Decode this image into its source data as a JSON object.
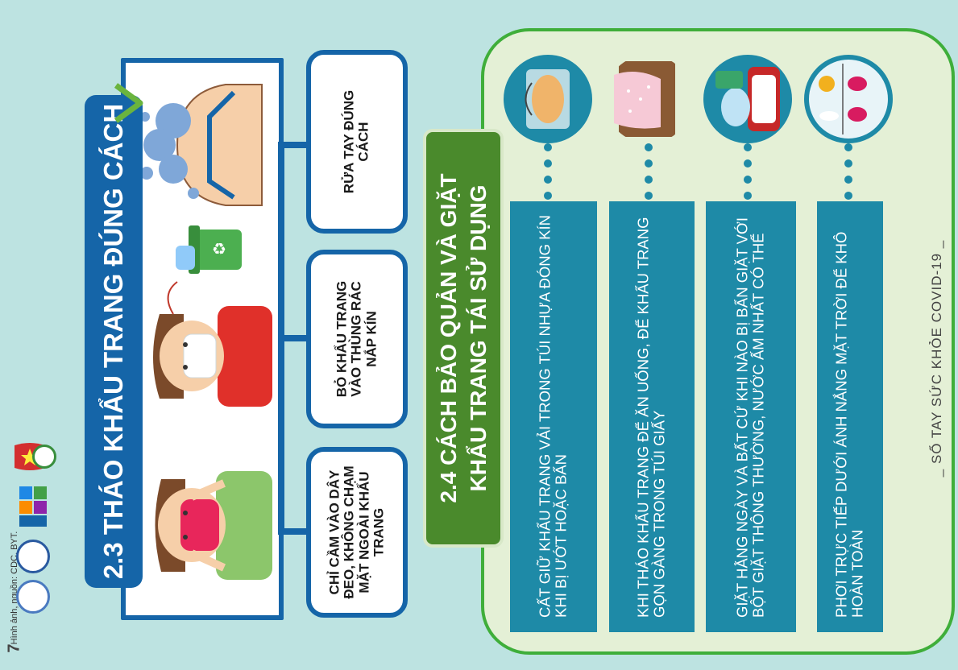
{
  "section_23": {
    "title": "2.3 THÁO KHẨU TRANG ĐÚNG CÁCH",
    "steps": [
      {
        "caption": "CHỈ CẦM VÀO DÂY ĐEO, KHÔNG CHẠM MẶT NGOÀI KHẨU TRANG"
      },
      {
        "caption": "BỎ KHẨU TRANG VÀO THÙNG RÁC NẮP KÍN"
      },
      {
        "caption": "RỬA TAY ĐÚNG CÁCH"
      }
    ]
  },
  "section_24": {
    "title_line1": "2.4 CÁCH BẢO QUẢN VÀ GIẶT",
    "title_line2": "KHẨU TRANG TÁI SỬ DỤNG",
    "tips": [
      {
        "text": "CẤT GIỮ KHẨU TRANG VẢI TRONG TÚI NHỰA ĐÓNG KÍN KHI BỊ ƯỚT HOẶC BẨN",
        "icon": "bagged-mask-icon"
      },
      {
        "text": "KHI THÁO KHẨU TRANG ĐỂ ĂN UỐNG, ĐỂ KHẨU TRANG GỌN GÀNG TRONG TÚI GIẤY",
        "icon": "paper-bag-mask-icon"
      },
      {
        "text": "GIẶT HẰNG NGÀY VÀ BẤT CỨ KHI NÀO BỊ BẨN GIẶT VỚI BỘT GIẶT THÔNG THƯỜNG, NƯỚC ẤM NHẤT CÓ THỂ",
        "icon": "washing-mask-icon"
      },
      {
        "text": "PHƠI TRỰC TIẾP DƯỚI ÁNH NẮNG MẶT TRỜI ĐỂ KHÔ HOÀN TOÀN",
        "icon": "sun-drying-mask-icon"
      }
    ]
  },
  "footer": {
    "page_number": "7",
    "source": "Hình ảnh, nguồn: CDC, BYT.",
    "booklet_title": "_ SỔ TAY SỨC KHỎE COVID-19 _"
  },
  "colors": {
    "background": "#bde3e1",
    "title_blue": "#1565a8",
    "title_green": "#4a8a2c",
    "tip_teal": "#1e8aa7",
    "panel_bg": "#e4f0d6",
    "panel_border": "#3fae3a",
    "check_green": "#6ab43e"
  }
}
